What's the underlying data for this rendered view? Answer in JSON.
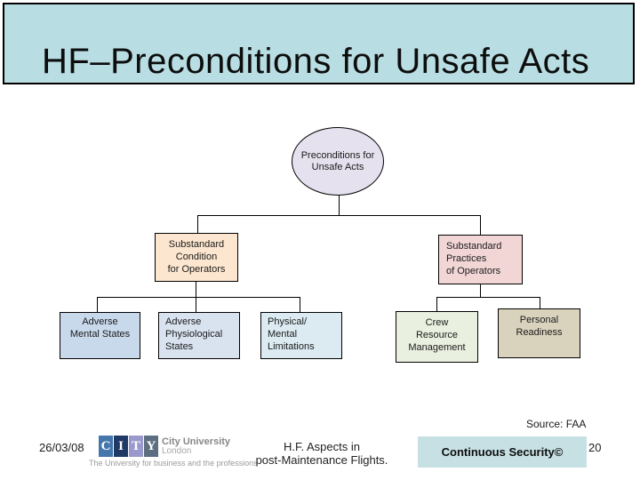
{
  "title": "HF–Preconditions for Unsafe Acts",
  "diagram": {
    "root": {
      "text": "Preconditions for\nUnsafe Acts"
    },
    "level2": [
      {
        "text": "Substandard\nCondition\nfor Operators"
      },
      {
        "text": "Substandard\nPractices\nof Operators"
      }
    ],
    "level3": [
      {
        "text": "Adverse\nMental States"
      },
      {
        "text": "Adverse\nPhysiological\nStates"
      },
      {
        "text": "Physical/\nMental\nLimitations"
      },
      {
        "text": "Crew\nResource\nManagement"
      },
      {
        "text": "Personal\nReadiness"
      }
    ]
  },
  "source_note": "Source: FAA",
  "footer": {
    "date": "26/03/08",
    "logo": {
      "letters": [
        "C",
        "I",
        "T",
        "Y"
      ],
      "name": "City University",
      "city": "London",
      "tagline": "The University for business and the professions"
    },
    "caption_line1": "H.F. Aspects in",
    "caption_line2": "post-Maintenance Flights.",
    "org": "Continuous Security©",
    "page_number": "20"
  },
  "colors": {
    "title_bar_bg": "#b8dde2",
    "root_fill": "#e6e1ef",
    "substandard_condition_fill": "#fce6cf",
    "substandard_practices_fill": "#f2d6d6",
    "adverse_mental_fill": "#c9d9ec",
    "adverse_physiological_fill": "#d9e3f0",
    "physical_mental_fill": "#dcebf2",
    "crew_resource_fill": "#eaf0df",
    "personal_readiness_fill": "#d9d3bd",
    "org_badge_bg": "#c6e0e4",
    "logo_tile_colors": [
      "#4577ad",
      "#203a66",
      "#9a99cd",
      "#5d6e80"
    ]
  }
}
